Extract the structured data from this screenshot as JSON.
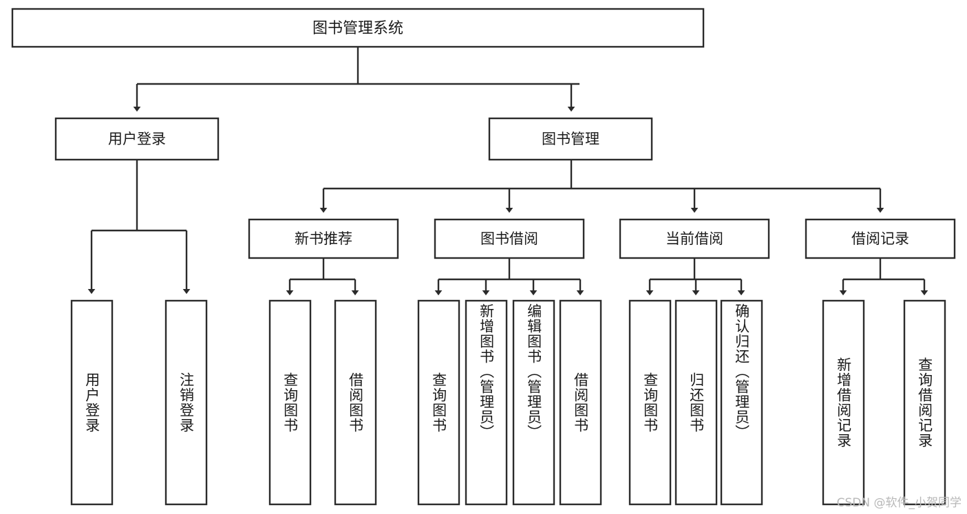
{
  "diagram": {
    "title": "图书管理系统",
    "type": "function-tree-diagram",
    "colors": {
      "box_stroke": "#2b2b2b",
      "box_fill": "#ffffff",
      "connector": "#2b2b2b",
      "text": "#1a1a1a",
      "watermark": "#b8b8b8",
      "background": "#ffffff"
    },
    "root": {
      "label": "图书管理系统"
    },
    "level2": [
      {
        "label": "用户登录"
      },
      {
        "label": "图书管理"
      }
    ],
    "level3": [
      {
        "label": "新书推荐"
      },
      {
        "label": "图书借阅"
      },
      {
        "label": "当前借阅"
      },
      {
        "label": "借阅记录"
      }
    ],
    "leaves": {
      "user_login": [
        {
          "label": "用户登录"
        },
        {
          "label": "注销登录"
        }
      ],
      "new_book_recommend": [
        {
          "label": "查询图书"
        },
        {
          "label": "借阅图书"
        }
      ],
      "book_borrow": [
        {
          "label": "查询图书"
        },
        {
          "label": "新增图书（管理员）"
        },
        {
          "label": "编辑图书（管理员）"
        },
        {
          "label": "借阅图书"
        }
      ],
      "current_borrow": [
        {
          "label": "查询图书"
        },
        {
          "label": "归还图书"
        },
        {
          "label": "确认归还（管理员）"
        }
      ],
      "borrow_record": [
        {
          "label": "新增借阅记录"
        },
        {
          "label": "查询借阅记录"
        }
      ]
    },
    "watermark": "CSDN @软件_小贺同学"
  }
}
